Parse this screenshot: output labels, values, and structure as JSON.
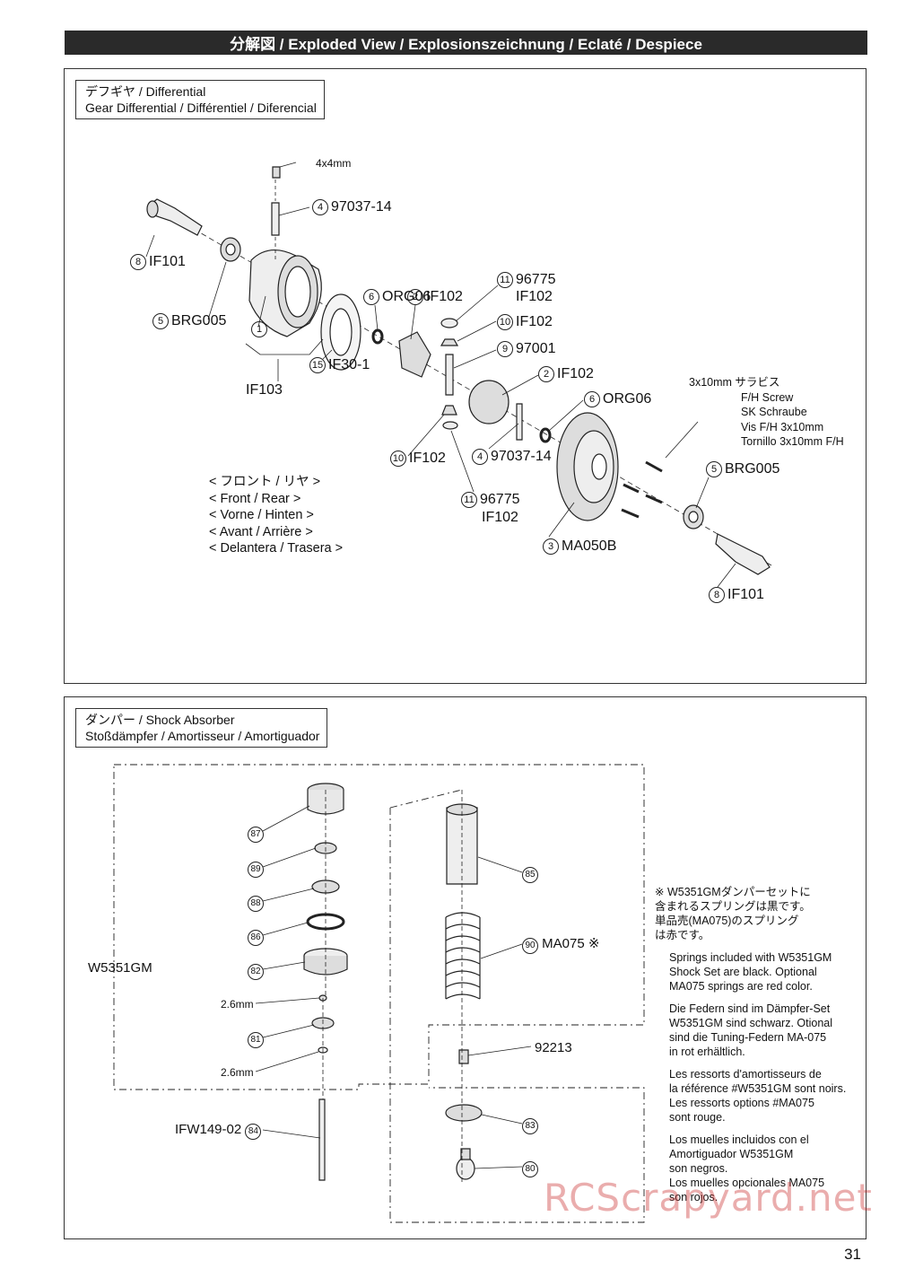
{
  "header": {
    "title": "分解図 / Exploded View / Explosionszeichnung / Eclaté / Despiece"
  },
  "differential": {
    "title_line1": "デフギヤ / Differential",
    "title_line2": "Gear Differential / Différentiel / Diferencial",
    "labels": {
      "screw_4x4": "4x4mm",
      "pin_num": "4",
      "pin_code": "97037-14",
      "cup_num": "8",
      "cup_code": "IF101",
      "bearing_num": "5",
      "bearing_code": "BRG005",
      "case_num": "1",
      "case_group": "IF103",
      "gasket_num": "15",
      "gasket_code": "IF30-1",
      "oring_num": "6",
      "oring_code": "ORG06",
      "bevel_num": "2",
      "bevel_code": "IF102",
      "washer_num": "11",
      "washer_code": "96775",
      "washer_sub": "IF102",
      "small_bevel_num": "10",
      "small_bevel_code": "IF102",
      "shaft_num": "9",
      "shaft_code": "97001",
      "bevel2_num": "2",
      "bevel2_code": "IF102",
      "oring2_num": "6",
      "oring2_code": "ORG06",
      "small_bevel2_num": "10",
      "small_bevel2_code": "IF102",
      "pin2_num": "4",
      "pin2_code": "97037-14",
      "washer2_num": "11",
      "washer2_code": "96775",
      "washer2_sub": "IF102",
      "ring_gear_num": "3",
      "ring_gear_code": "MA050B",
      "bearing2_num": "5",
      "bearing2_code": "BRG005",
      "cup2_num": "8",
      "cup2_code": "IF101"
    },
    "screw_note": [
      "3x10mm  サラビス",
      "F/H Screw",
      "SK Schraube",
      "Vis F/H 3x10mm",
      "Tornillo 3x10mm F/H"
    ],
    "position_note": [
      "< フロント / リヤ >",
      "< Front / Rear >",
      "< Vorne / Hinten >",
      "< Avant / Arrière >",
      "< Delantera / Trasera >"
    ]
  },
  "shock": {
    "title_line1": "ダンパー / Shock Absorber",
    "title_line2": "Stoßdämpfer / Amortisseur / Amortiguador",
    "set_code": "W5351GM",
    "parts": {
      "p87": "87",
      "p89": "89",
      "p88": "88",
      "p86": "86",
      "p82": "82",
      "p81": "81",
      "p84": "84",
      "p85": "85",
      "p90": "90",
      "p83": "83",
      "p80": "80"
    },
    "size_a": "2.6mm",
    "size_b": "2.6mm",
    "shaft_code": "IFW149-02",
    "spring_code": "MA075 ※",
    "bushing_code": "92213",
    "note_jp": "※ W5351GMダンパーセットに\n   含まれるスプリングは黒です。\n   単品売(MA075)のスプリング\n   は赤です。",
    "note_en": "Springs included with W5351GM\nShock Set are black. Optional\nMA075 springs are red color.",
    "note_de": "Die Federn sind im Dämpfer-Set\nW5351GM sind schwarz. Otional\nsind die Tuning-Federn MA-075\nin rot erhältlich.",
    "note_fr": "Les ressorts d'amortisseurs de\nla référence #W5351GM sont noirs.\nLes ressorts options #MA075\nsont rouge.",
    "note_es": "Los muelles incluidos con el\nAmortiguador W5351GM\nson negros.\nLos muelles opcionales MA075\nson rojos."
  },
  "watermark": "RCScrapyard.net",
  "page_number": "31"
}
